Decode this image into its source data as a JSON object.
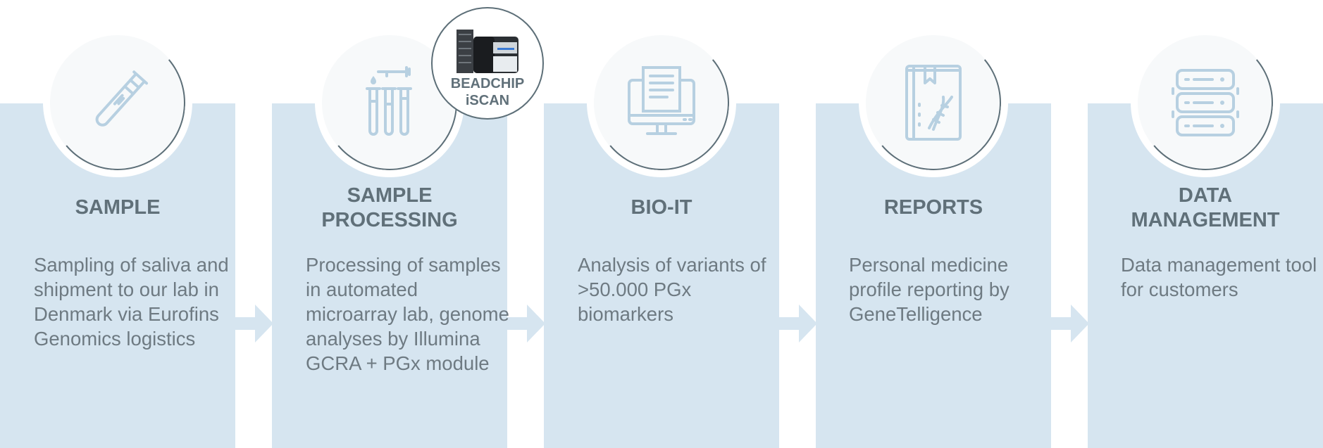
{
  "steps": [
    {
      "id": "sample",
      "title": "SAMPLE",
      "description": "Sampling of saliva and shipment to our lab in Denmark via Eurofins Genomics logistics",
      "icon": "test-tube-icon"
    },
    {
      "id": "processing",
      "title": "SAMPLE\nPROCESSING",
      "description": "Processing of samples in automated microarray lab, genome analyses by Illumina GCRA + PGx module",
      "icon": "test-tubes-pipette-icon"
    },
    {
      "id": "bioit",
      "title": "BIO-IT",
      "description": "Analysis of variants of >50.000 PGx biomarkers",
      "icon": "computer-monitor-icon"
    },
    {
      "id": "reports",
      "title": "REPORTS",
      "description": "Personal medicine profile reporting by GeneTelligence",
      "icon": "dna-book-icon"
    },
    {
      "id": "data",
      "title": "DATA\nMANAGEMENT",
      "description": "Data management tool for customers",
      "icon": "server-database-icon"
    }
  ],
  "badge": {
    "label": "BEADCHIP\niSCAN",
    "icon": "beadchip-scanner-icon"
  },
  "colors": {
    "panel": "#d6e5f0",
    "icon": "#b7d0e1",
    "title": "#607079",
    "text": "#6e7a82",
    "ring": "#5d6f78"
  }
}
